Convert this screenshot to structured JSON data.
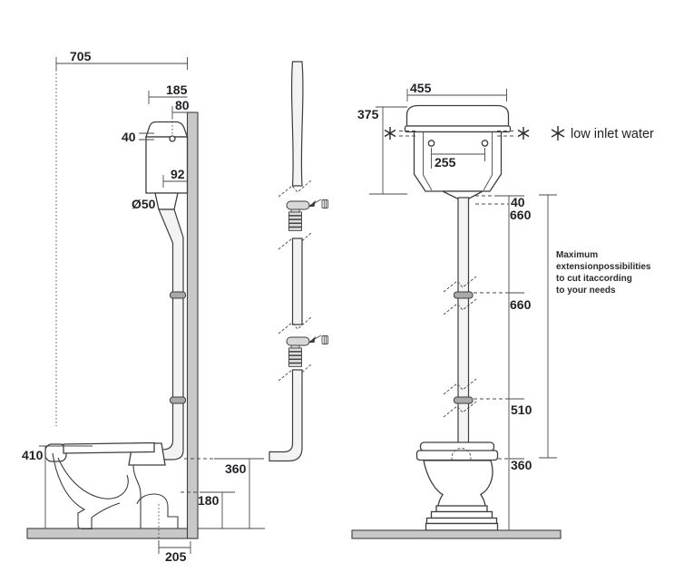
{
  "side_view": {
    "d705": "705",
    "d185": "185",
    "d80": "80",
    "d40": "40",
    "d92": "92",
    "dia": "Ø50",
    "d410": "410",
    "d360": "360",
    "d180": "180",
    "d205": "205"
  },
  "front_view": {
    "d455": "455",
    "d375": "375",
    "d255": "255",
    "d40": "40",
    "d660a": "660",
    "d660b": "660",
    "d510": "510",
    "d360": "360"
  },
  "legend": {
    "symbol": "✳",
    "label": "low inlet water"
  },
  "note": {
    "line1": "Maximum",
    "line2": "extensionpossibilities",
    "line3": "to cut itaccording",
    "line4": "to your needs"
  }
}
